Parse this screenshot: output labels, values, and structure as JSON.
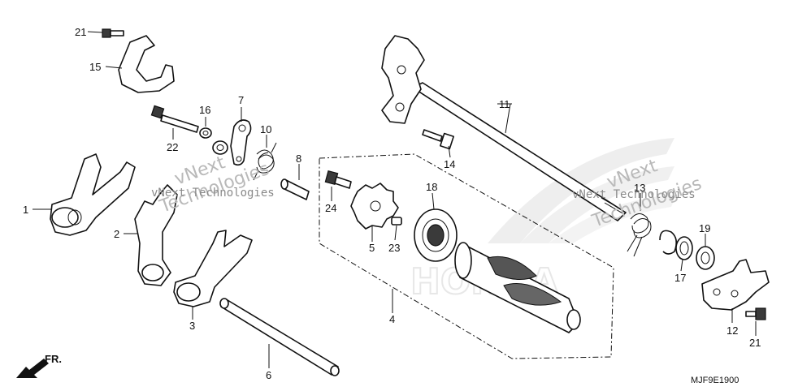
{
  "diagram": {
    "code": "MJF9E1900",
    "front_label": "FR.",
    "watermarks": [
      {
        "id": "wm1",
        "line1": "vNext",
        "line2": "Technologies",
        "line3": "vNext Technologies"
      },
      {
        "id": "wm2",
        "line1": "vNext",
        "line2": "Technologies",
        "line3": "vNext Technologies"
      }
    ],
    "callouts": [
      {
        "id": "c1",
        "text": "1"
      },
      {
        "id": "c2",
        "text": "2"
      },
      {
        "id": "c3",
        "text": "3"
      },
      {
        "id": "c4",
        "text": "4"
      },
      {
        "id": "c5",
        "text": "5"
      },
      {
        "id": "c6",
        "text": "6"
      },
      {
        "id": "c7",
        "text": "7"
      },
      {
        "id": "c8",
        "text": "8"
      },
      {
        "id": "c10",
        "text": "10"
      },
      {
        "id": "c11",
        "text": "11"
      },
      {
        "id": "c12",
        "text": "12"
      },
      {
        "id": "c13",
        "text": "13"
      },
      {
        "id": "c14",
        "text": "14"
      },
      {
        "id": "c15",
        "text": "15"
      },
      {
        "id": "c16",
        "text": "16"
      },
      {
        "id": "c17",
        "text": "17"
      },
      {
        "id": "c18",
        "text": "18"
      },
      {
        "id": "c19",
        "text": "19"
      },
      {
        "id": "c21a",
        "text": "21"
      },
      {
        "id": "c21b",
        "text": "21"
      },
      {
        "id": "c22",
        "text": "22"
      },
      {
        "id": "c23",
        "text": "23"
      },
      {
        "id": "c24",
        "text": "24"
      }
    ]
  }
}
